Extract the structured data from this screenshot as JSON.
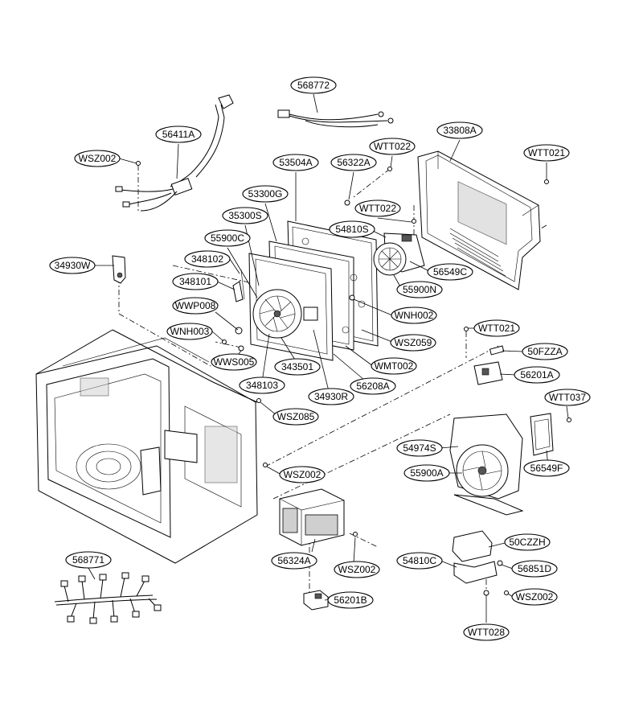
{
  "diagram": {
    "labels": [
      "568772",
      "56411A",
      "WSZ002",
      "53504A",
      "56322A",
      "WTT022",
      "33808A",
      "WTT021",
      "53300G",
      "WTT022",
      "35300S",
      "54810S",
      "55900C",
      "348102",
      "56549C",
      "348101",
      "55900N",
      "34930W",
      "WWP008",
      "WNH002",
      "WNH003",
      "WSZ059",
      "WWS005",
      "343501",
      "WMT002",
      "348103",
      "56208A",
      "34930R",
      "WSZ085",
      "WTT021",
      "50FZZA",
      "56201A",
      "WTT037",
      "54974S",
      "55900A",
      "56549F",
      "WSZ002",
      "56324A",
      "50CZZH",
      "568771",
      "54810C",
      "56851D",
      "WSZ002",
      "WSZ002",
      "56201B",
      "WTT028"
    ]
  }
}
